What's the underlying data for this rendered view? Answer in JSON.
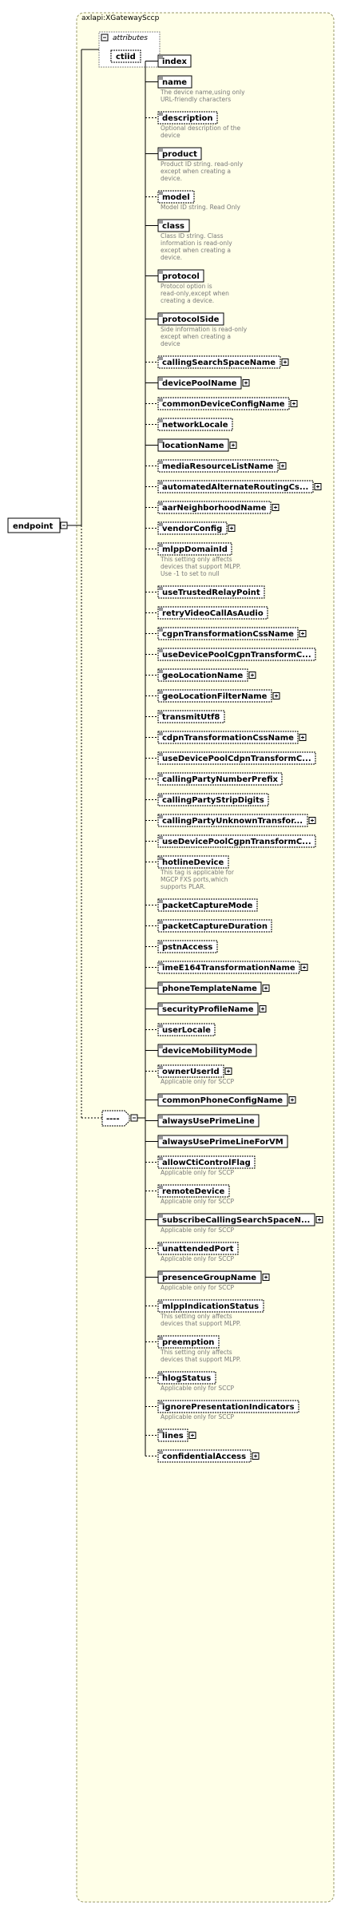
{
  "root": {
    "label": "endpoint"
  },
  "type_name": "axlapi:XGatewaySccp",
  "attributes": {
    "title": "attributes",
    "items": [
      {
        "name": "ctiid"
      }
    ]
  },
  "sequence_symbol": "----",
  "elements": [
    {
      "name": "index",
      "optional": false,
      "expandable": false,
      "doc": []
    },
    {
      "name": "name",
      "optional": false,
      "expandable": false,
      "doc": [
        "The device name,using only",
        "URL-friendly characters"
      ]
    },
    {
      "name": "description",
      "optional": true,
      "expandable": false,
      "doc": [
        "Optional description of the",
        "device"
      ]
    },
    {
      "name": "product",
      "optional": false,
      "expandable": false,
      "doc": [
        "Product ID string. read-only",
        "except when creating a",
        "device."
      ]
    },
    {
      "name": "model",
      "optional": true,
      "expandable": false,
      "doc": [
        "Model ID string. Read Only"
      ]
    },
    {
      "name": "class",
      "optional": false,
      "expandable": false,
      "doc": [
        "Class ID string. Class",
        "information is read-only",
        "except when creating a",
        "device."
      ]
    },
    {
      "name": "protocol",
      "optional": false,
      "expandable": false,
      "doc": [
        "Protocol option is",
        "read-only,except when",
        "creating a device."
      ]
    },
    {
      "name": "protocolSide",
      "optional": false,
      "expandable": false,
      "doc": [
        "Side information is read-only",
        "except when creating a",
        "device"
      ]
    },
    {
      "name": "callingSearchSpaceName",
      "optional": true,
      "expandable": true,
      "doc": []
    },
    {
      "name": "devicePoolName",
      "optional": false,
      "expandable": true,
      "doc": []
    },
    {
      "name": "commonDeviceConfigName",
      "optional": true,
      "expandable": true,
      "doc": []
    },
    {
      "name": "networkLocale",
      "optional": true,
      "expandable": false,
      "doc": []
    },
    {
      "name": "locationName",
      "optional": false,
      "expandable": true,
      "doc": []
    },
    {
      "name": "mediaResourceListName",
      "optional": true,
      "expandable": true,
      "doc": []
    },
    {
      "name": "automatedAlternateRoutingCs...",
      "optional": true,
      "expandable": true,
      "doc": []
    },
    {
      "name": "aarNeighborhoodName",
      "optional": true,
      "expandable": true,
      "doc": []
    },
    {
      "name": "vendorConfig",
      "optional": true,
      "expandable": true,
      "doc": []
    },
    {
      "name": "mlppDomainId",
      "optional": true,
      "expandable": false,
      "doc": [
        "This setting only affects",
        "devices that support MLPP.",
        "Use -1 to set to null"
      ]
    },
    {
      "name": "useTrustedRelayPoint",
      "optional": true,
      "expandable": false,
      "doc": []
    },
    {
      "name": "retryVideoCallAsAudio",
      "optional": true,
      "expandable": false,
      "doc": []
    },
    {
      "name": "cgpnTransformationCssName",
      "optional": true,
      "expandable": true,
      "doc": []
    },
    {
      "name": "useDevicePoolCgpnTransformC...",
      "optional": true,
      "expandable": false,
      "doc": []
    },
    {
      "name": "geoLocationName",
      "optional": true,
      "expandable": true,
      "doc": []
    },
    {
      "name": "geoLocationFilterName",
      "optional": true,
      "expandable": true,
      "doc": []
    },
    {
      "name": "transmitUtf8",
      "optional": true,
      "expandable": false,
      "doc": []
    },
    {
      "name": "cdpnTransformationCssName",
      "optional": true,
      "expandable": true,
      "doc": []
    },
    {
      "name": "useDevicePoolCdpnTransformC...",
      "optional": true,
      "expandable": false,
      "doc": []
    },
    {
      "name": "callingPartyNumberPrefix",
      "optional": true,
      "expandable": false,
      "doc": []
    },
    {
      "name": "callingPartyStripDigits",
      "optional": true,
      "expandable": false,
      "doc": []
    },
    {
      "name": "callingPartyUnknownTransfor...",
      "optional": true,
      "expandable": true,
      "doc": []
    },
    {
      "name": "useDevicePoolCgpnTransformC...",
      "optional": true,
      "expandable": false,
      "doc": []
    },
    {
      "name": "hotlineDevice",
      "optional": true,
      "expandable": false,
      "doc": [
        "This tag is applicable for",
        "MGCP FXS ports,which",
        "supports PLAR."
      ]
    },
    {
      "name": "packetCaptureMode",
      "optional": true,
      "expandable": false,
      "doc": []
    },
    {
      "name": "packetCaptureDuration",
      "optional": true,
      "expandable": false,
      "doc": []
    },
    {
      "name": "pstnAccess",
      "optional": true,
      "expandable": false,
      "doc": []
    },
    {
      "name": "imeE164TransformationName",
      "optional": true,
      "expandable": true,
      "doc": []
    },
    {
      "name": "phoneTemplateName",
      "optional": false,
      "expandable": true,
      "doc": []
    },
    {
      "name": "securityProfileName",
      "optional": false,
      "expandable": true,
      "doc": []
    },
    {
      "name": "userLocale",
      "optional": true,
      "expandable": false,
      "doc": []
    },
    {
      "name": "deviceMobilityMode",
      "optional": false,
      "expandable": false,
      "doc": []
    },
    {
      "name": "ownerUserId",
      "optional": true,
      "expandable": true,
      "doc": [
        "Applicable only for SCCP"
      ]
    },
    {
      "name": "commonPhoneConfigName",
      "optional": false,
      "expandable": true,
      "doc": []
    },
    {
      "name": "alwaysUsePrimeLine",
      "optional": false,
      "expandable": false,
      "doc": []
    },
    {
      "name": "alwaysUsePrimeLineForVM",
      "optional": false,
      "expandable": false,
      "doc": []
    },
    {
      "name": "allowCtiControlFlag",
      "optional": true,
      "expandable": false,
      "doc": [
        "Applicable only for SCCP"
      ]
    },
    {
      "name": "remoteDevice",
      "optional": true,
      "expandable": false,
      "doc": [
        "Applicable only for SCCP"
      ]
    },
    {
      "name": "subscribeCallingSearchSpaceN...",
      "optional": false,
      "expandable": true,
      "doc": [
        "Applicable only for SCCP"
      ]
    },
    {
      "name": "unattendedPort",
      "optional": true,
      "expandable": false,
      "doc": [
        "Applicable only for SCCP"
      ]
    },
    {
      "name": "presenceGroupName",
      "optional": false,
      "expandable": true,
      "doc": [
        "Applicable only for SCCP"
      ]
    },
    {
      "name": "mlppIndicationStatus",
      "optional": true,
      "expandable": false,
      "doc": [
        "This setting only affects",
        "devices that support MLPP."
      ]
    },
    {
      "name": "preemption",
      "optional": true,
      "expandable": false,
      "doc": [
        "This setting only affects",
        "devices that support MLPP."
      ]
    },
    {
      "name": "hlogStatus",
      "optional": true,
      "expandable": false,
      "doc": [
        "Applicable only for SCCP"
      ]
    },
    {
      "name": "ignorePresentationIndicators",
      "optional": true,
      "expandable": false,
      "doc": [
        "Applicable only for SCCP"
      ]
    },
    {
      "name": "lines",
      "optional": true,
      "expandable": true,
      "doc": []
    },
    {
      "name": "confidentialAccess",
      "optional": true,
      "expandable": true,
      "doc": []
    }
  ]
}
